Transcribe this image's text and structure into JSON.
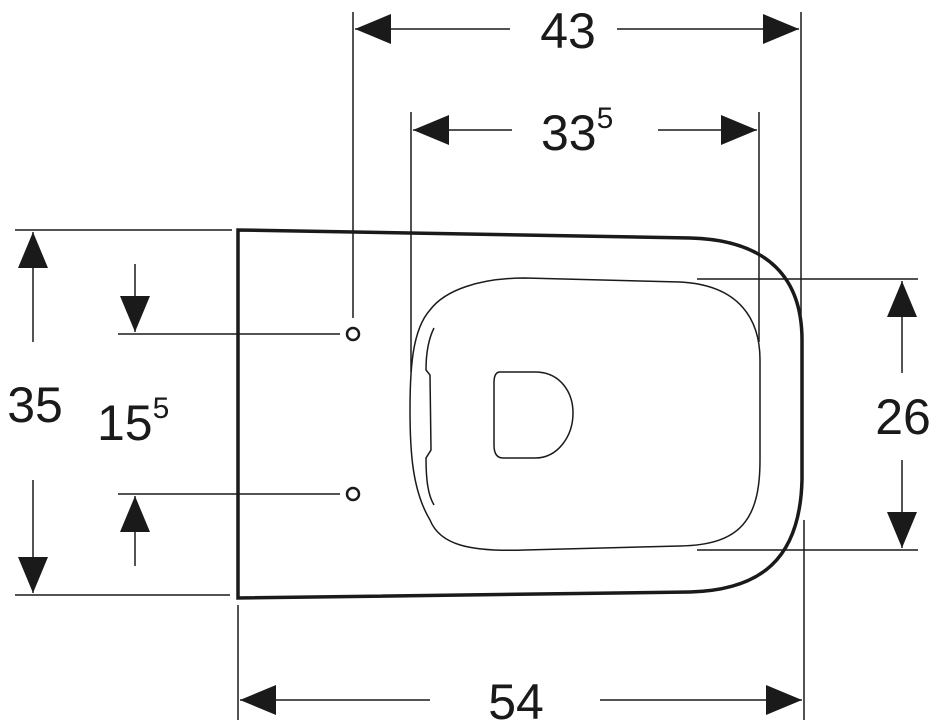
{
  "title": "Wall-hung WC technical dimension drawing (top view)",
  "colors": {
    "line": "#1a1a1a",
    "background": "#ffffff"
  },
  "units": "cm",
  "dimensions": {
    "overall_width": {
      "label": "43",
      "value": 43
    },
    "seat_width": {
      "label": "33",
      "superscript": "5",
      "value": 33.5
    },
    "overall_depth_height": {
      "label": "35",
      "value": 35
    },
    "fixing_holes_spacing": {
      "label": "15",
      "superscript": "5",
      "value": 15.5
    },
    "bowl_opening": {
      "label": "26",
      "value": 26
    },
    "overall_length": {
      "label": "54",
      "value": 54
    }
  }
}
